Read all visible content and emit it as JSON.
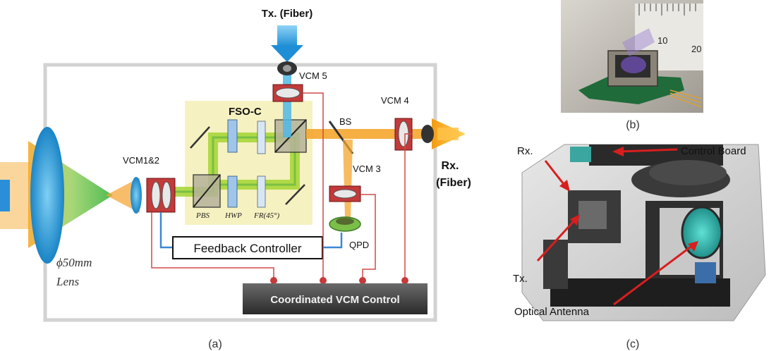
{
  "panel_a": {
    "caption": "(a)",
    "tx_fiber": "Tx. (Fiber)",
    "vcm5": "VCM 5",
    "vcm4": "VCM 4",
    "vcm3": "VCM 3",
    "vcm12": "VCM1&2",
    "bs": "BS",
    "fsoc": "FSO-C",
    "rx": "Rx.",
    "fiber": "(Fiber)",
    "pbs": "PBS",
    "hwp": "HWP",
    "fr": "FR(45°)",
    "qpd": "QPD",
    "feedback": "Feedback Controller",
    "vcm_control": "Coordinated VCM Control",
    "lens_size": "ϕ50mm",
    "lens_word": "Lens"
  },
  "panel_b": {
    "caption": "(b)",
    "ruler_10": "10",
    "ruler_20": "20"
  },
  "panel_c": {
    "caption": "(c)",
    "rx": "Rx.",
    "control_board": "Control Board",
    "tx": "Tx.",
    "antenna": "Optical Antenna"
  }
}
